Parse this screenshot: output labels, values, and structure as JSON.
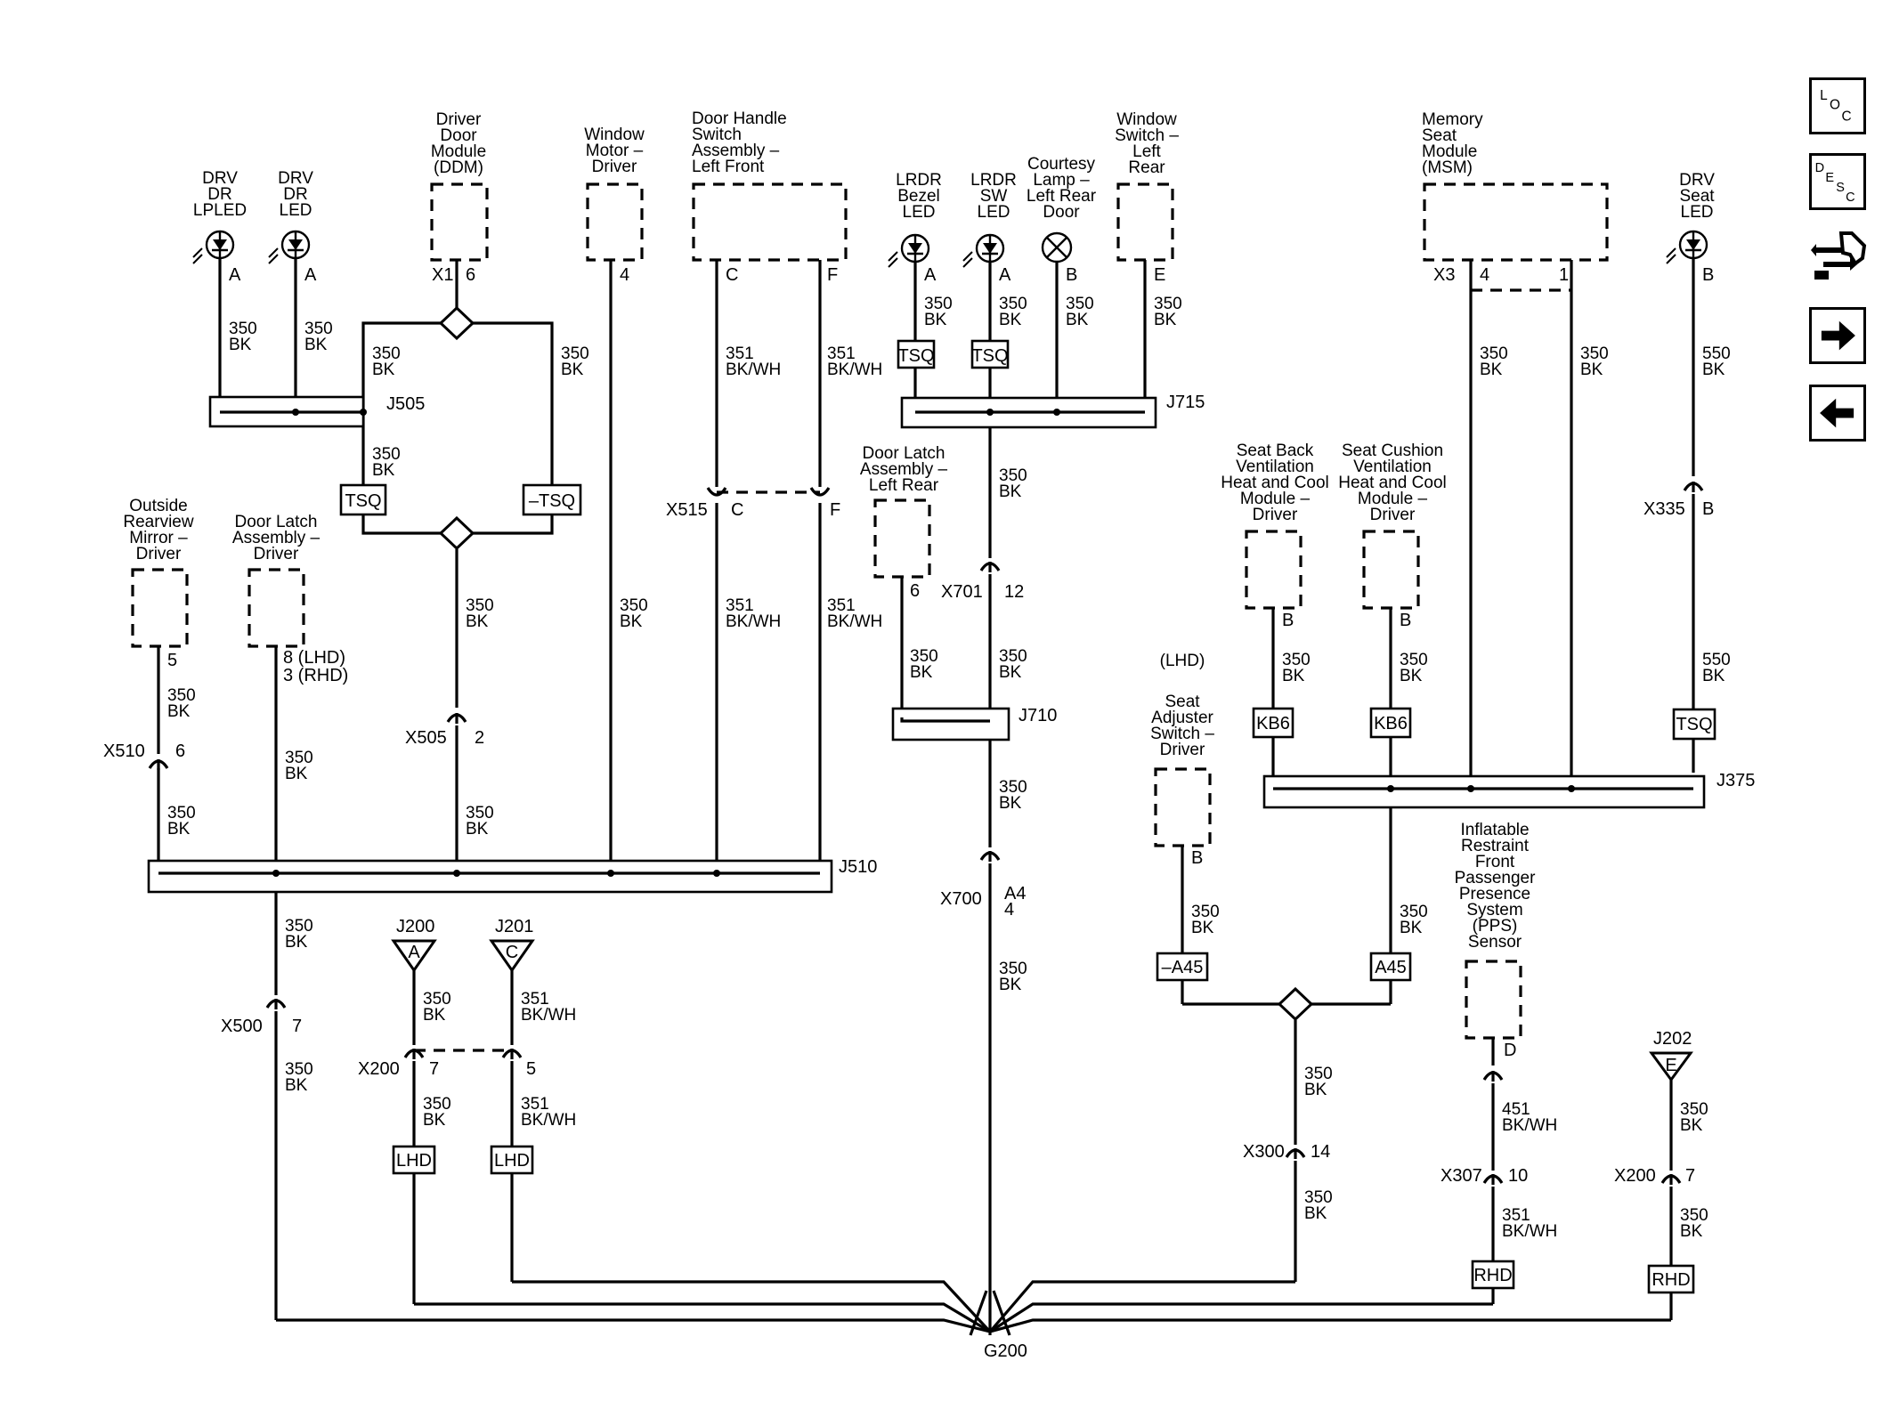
{
  "components": {
    "drv_dr_lpled": [
      "DRV",
      "DR",
      "LPLED"
    ],
    "drv_dr_led": [
      "DRV",
      "DR",
      "LED"
    ],
    "ddm": [
      "Driver",
      "Door",
      "Module",
      "(DDM)"
    ],
    "window_motor": [
      "Window",
      "Motor –",
      "Driver"
    ],
    "door_handle_switch": [
      "Door Handle",
      "Switch",
      "Assembly –",
      "Left Front"
    ],
    "lrdr_bezel_led": [
      "LRDR",
      "Bezel",
      "LED"
    ],
    "lrdr_sw_led": [
      "LRDR",
      "SW",
      "LED"
    ],
    "courtesy_lamp": [
      "Courtesy",
      "Lamp –",
      "Left Rear",
      "Door"
    ],
    "window_switch_lr": [
      "Window",
      "Switch –",
      "Left",
      "Rear"
    ],
    "msm": [
      "Memory",
      "Seat",
      "Module",
      "(MSM)"
    ],
    "drv_seat_led": [
      "DRV",
      "Seat",
      "LED"
    ],
    "outside_mirror": [
      "Outside",
      "Rearview",
      "Mirror –",
      "Driver"
    ],
    "door_latch_driver": [
      "Door Latch",
      "Assembly –",
      "Driver"
    ],
    "door_latch_lr": [
      "Door Latch",
      "Assembly –",
      "Left Rear"
    ],
    "seat_back_vent": [
      "Seat Back",
      "Ventilation",
      "Heat and Cool",
      "Module –",
      "Driver"
    ],
    "seat_cushion_vent": [
      "Seat Cushion",
      "Ventilation",
      "Heat and Cool",
      "Module –",
      "Driver"
    ],
    "lhd_note": "(LHD)",
    "seat_adjuster": [
      "Seat",
      "Adjuster",
      "Switch –",
      "Driver"
    ],
    "pps_sensor": [
      "Inflatable",
      "Restraint",
      "Front",
      "Passenger",
      "Presence",
      "System",
      "(PPS)",
      "Sensor"
    ]
  },
  "splices": {
    "j505": "J505",
    "j715": "J715",
    "j510": "J510",
    "j710": "J710",
    "j375": "J375",
    "j200": "J200",
    "j201": "J201",
    "j202": "J202"
  },
  "connectors": {
    "x515": "X515",
    "x701": "X701",
    "x335": "X335",
    "x510": "X510",
    "x505": "X505",
    "x700": "X700",
    "x500": "X500",
    "x200a": "X200",
    "x300": "X300",
    "x307": "X307",
    "x200b": "X200",
    "x1": "X1",
    "x3": "X3"
  },
  "options": {
    "tsq": "TSQ",
    "ntsq": "–TSQ",
    "kb6": "KB6",
    "a45": "A45",
    "na45": "–A45",
    "lhd": "LHD",
    "rhd": "RHD"
  },
  "ground": "G200",
  "pins": {
    "A": "A",
    "B": "B",
    "C": "C",
    "E": "E",
    "F": "F",
    "p6": "6",
    "p4": "4",
    "p1": "1",
    "p2": "2",
    "p5": "5",
    "p7": "7",
    "p10": "10",
    "p12": "12",
    "p14": "14",
    "A4": "A4",
    "p4b": "4",
    "D": "D",
    "lhd_pin": "8 (LHD)",
    "rhd_pin": "3 (RHD)"
  },
  "wires": {
    "g350": "350",
    "g351": "351",
    "g550": "550",
    "g451": "451",
    "bk": "BK",
    "bkwh": "BK/WH"
  },
  "nav": {
    "loc": "LOC",
    "desc": "DESC",
    "connector": "connector-view",
    "next": "next-page",
    "prev": "previous-page"
  }
}
